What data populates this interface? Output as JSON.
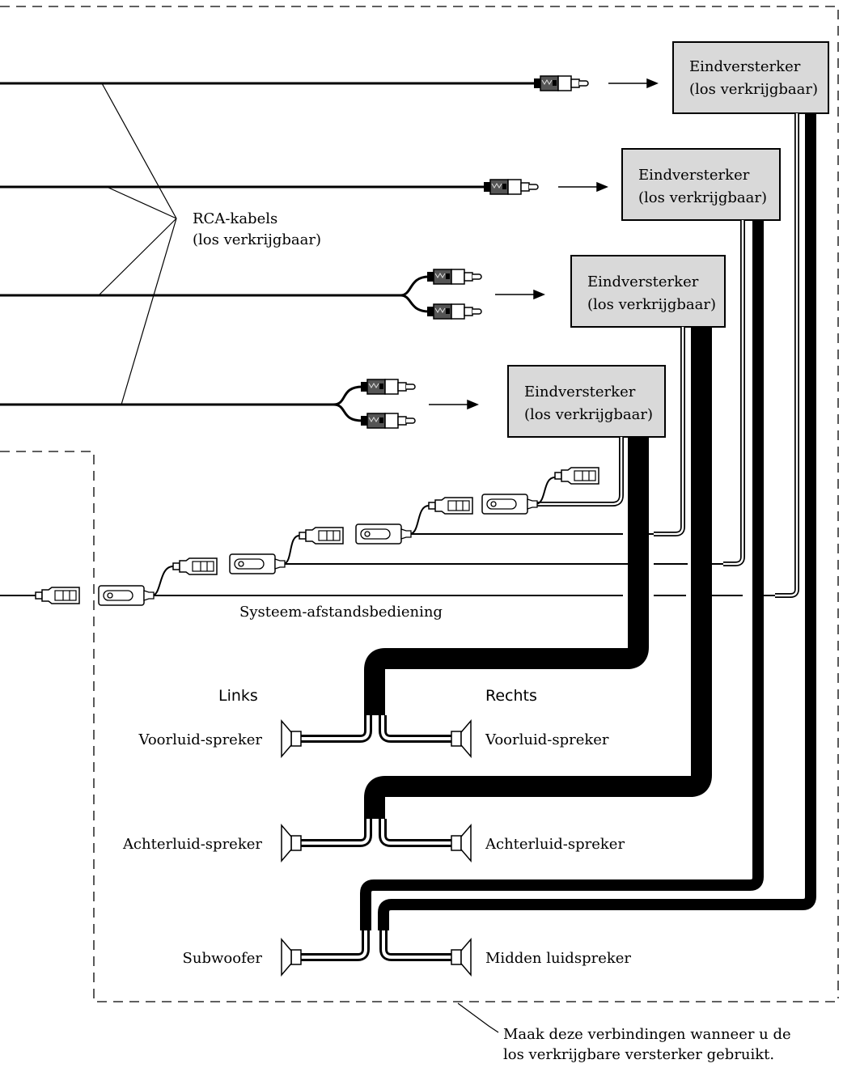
{
  "amplifiers": [
    {
      "line1": "Eindversterker",
      "line2": "(los verkrijgbaar)"
    },
    {
      "line1": "Eindversterker",
      "line2": "(los verkrijgbaar)"
    },
    {
      "line1": "Eindversterker",
      "line2": "(los verkrijgbaar)"
    },
    {
      "line1": "Eindversterker",
      "line2": "(los verkrijgbaar)"
    }
  ],
  "rca_label": {
    "line1": "RCA-kabels",
    "line2": "(los verkrijgbaar)"
  },
  "remote_label": "Systeem-afstandsbediening",
  "side_labels": {
    "left": "Links",
    "right": "Rechts"
  },
  "speakers": {
    "front_left": "Voorluid-spreker",
    "front_right": "Voorluid-spreker",
    "rear_left": "Achterluid-spreker",
    "rear_right": "Achterluid-spreker",
    "sub": "Subwoofer",
    "mid": "Midden luidspreker"
  },
  "note": {
    "line1": "Maak deze verbindingen wanneer u de",
    "line2": "los verkrijgbare versterker gebruikt."
  },
  "colors": {
    "amp_fill": "#d9d9d9",
    "line": "#000000",
    "background": "#ffffff"
  }
}
